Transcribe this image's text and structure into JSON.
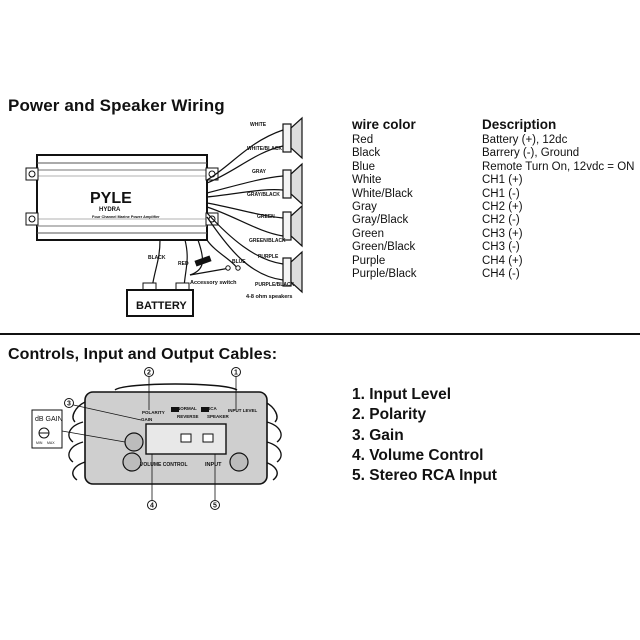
{
  "section1": {
    "title": "Power and Speaker Wiring"
  },
  "section2": {
    "title": "Controls, Input and Output Cables:"
  },
  "amp": {
    "brand": "PYLE",
    "model": "HYDRA",
    "subtitle": "Four Channel Marine Power Amplifier"
  },
  "wiring_labels": {
    "white": "WHITE",
    "white_black": "WHITE/BLACK",
    "gray": "GRAY",
    "gray_black": "GRAY/BLACK",
    "green": "GREEN",
    "green_black": "GREEN/BLACK",
    "purple": "PURPLE",
    "purple_black": "PURPLE/BLACK",
    "black": "BLACK",
    "red": "RED",
    "blue": "BLUE",
    "accessory": "Accessory switch",
    "speakers": "4-8 ohm speakers",
    "battery": "BATTERY"
  },
  "wire_table": {
    "header_color": "wire color",
    "header_desc": "Description",
    "rows": [
      {
        "color": "Red",
        "desc": "Battery (+), 12dc"
      },
      {
        "color": "Black",
        "desc": "Barrery (-), Ground"
      },
      {
        "color": "Blue",
        "desc": "Remote Turn On, 12vdc = ON"
      },
      {
        "color": "White",
        "desc": "CH1 (+)"
      },
      {
        "color": "White/Black",
        "desc": "CH1 (-)"
      },
      {
        "color": "Gray",
        "desc": "CH2 (+)"
      },
      {
        "color": "Gray/Black",
        "desc": "CH2 (-)"
      },
      {
        "color": "Green",
        "desc": "CH3 (+)"
      },
      {
        "color": "Green/Black",
        "desc": "CH3 (-)"
      },
      {
        "color": "Purple",
        "desc": "CH4 (+)"
      },
      {
        "color": "Purple/Black",
        "desc": "CH4 (-)"
      }
    ]
  },
  "panel": {
    "db_gain": "dB GAIN",
    "min": "MIN",
    "max": "MAX",
    "polarity": "POLARITY",
    "gain": "GAIN",
    "normal": "NORMAL",
    "reverse": "REVERSE",
    "rca": "RCA",
    "speaker": "SPEAKER",
    "input_level": "INPUT LEVEL",
    "volume_control": "VOLUME CONTROL",
    "input": "INPUT",
    "callouts": [
      "1",
      "2",
      "3",
      "4",
      "5"
    ]
  },
  "legend": [
    "1. Input Level",
    "2. Polarity",
    "3. Gain",
    "4. Volume Control",
    "5. Stereo RCA Input"
  ]
}
